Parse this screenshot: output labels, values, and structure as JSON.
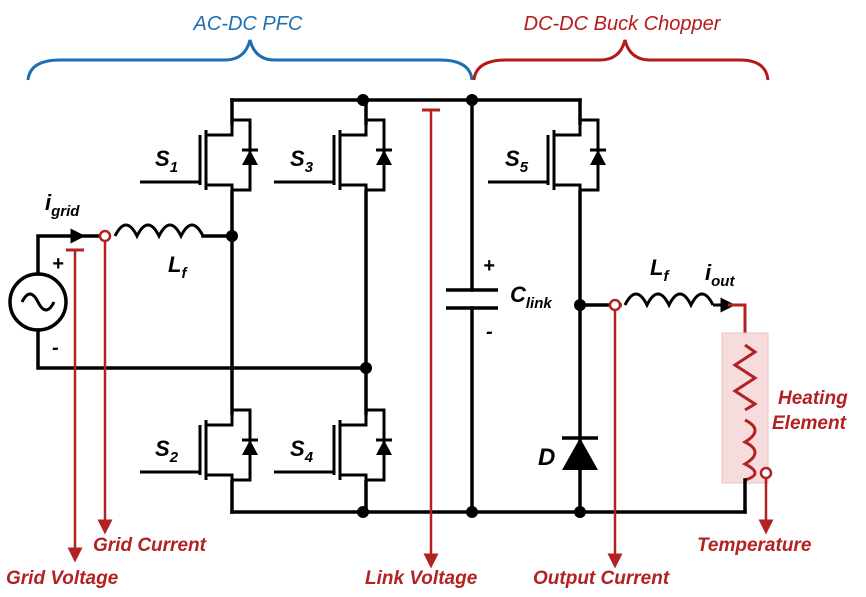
{
  "sections": {
    "pfc": {
      "title": "AC-DC PFC",
      "color": "#1e6eb4"
    },
    "buck": {
      "title": "DC-DC Buck Chopper",
      "color": "#b51a1a"
    }
  },
  "switches": {
    "s1": "S",
    "s1_sub": "1",
    "s2": "S",
    "s2_sub": "2",
    "s3": "S",
    "s3_sub": "3",
    "s4": "S",
    "s4_sub": "4",
    "s5": "S",
    "s5_sub": "5"
  },
  "components": {
    "grid_current_symbol": "i",
    "grid_current_sub": "grid",
    "lf_in": "L",
    "lf_in_sub": "f",
    "lf_out": "L",
    "lf_out_sub": "f",
    "out_current_symbol": "i",
    "out_current_sub": "out",
    "clink": "C",
    "clink_sub": "link",
    "diode": "D",
    "plus": "+",
    "minus": "-",
    "heating_line1": "Heating",
    "heating_line2": "Element"
  },
  "measurements": {
    "grid_voltage": "Grid Voltage",
    "grid_current": "Grid Current",
    "link_voltage": "Link Voltage",
    "output_current": "Output Current",
    "temperature": "Temperature"
  },
  "colors": {
    "wire": "#000000",
    "measurement": "#b22222",
    "heater_shade": "#f6dcdc"
  }
}
